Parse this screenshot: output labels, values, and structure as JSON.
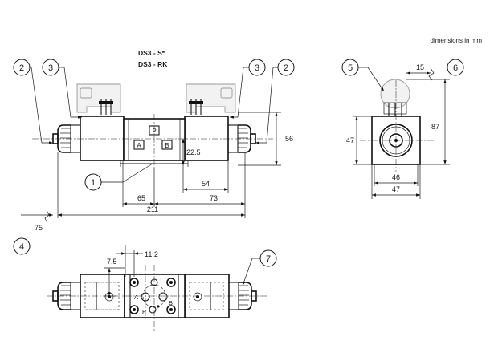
{
  "header": {
    "units_note": "dimensions in mm",
    "model_1": "DS3 - S*",
    "model_2": "DS3 - RK"
  },
  "callouts": {
    "c1": "1",
    "c2": "2",
    "c3": "3",
    "c4": "4",
    "c5": "5",
    "c6": "6",
    "c7": "7"
  },
  "ports": {
    "p": "P",
    "a": "A",
    "b": "B",
    "t": "T"
  },
  "dimensions": {
    "d56": "56",
    "d22_5": "22.5",
    "d54": "54",
    "d65": "65",
    "d73": "73",
    "d211": "211",
    "d75": "75",
    "d15": "15",
    "d87": "87",
    "d47_side": "47",
    "d46": "46",
    "d47_bottom": "47",
    "d11_2": "11.2",
    "d7_5": "7.5"
  }
}
